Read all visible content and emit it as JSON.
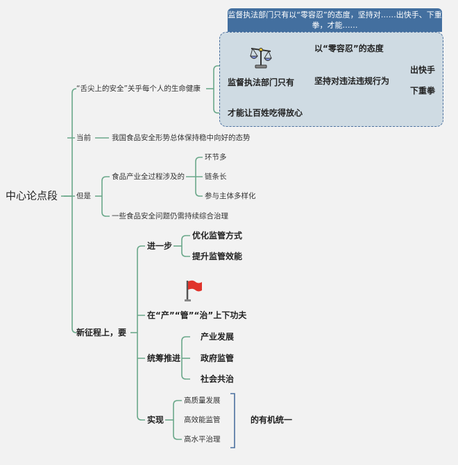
{
  "root": "中心论点段",
  "callout": {
    "header": "监督执法部门只有以“零容忍”的态度，坚持对……出快手、下重拳，才能……",
    "node": "监督执法部门只有",
    "children": [
      "以“零容忍”的态度",
      "坚持对违法违规行为"
    ],
    "actions": [
      "出快手",
      "下重拳"
    ],
    "result": "才能让百姓吃得放心"
  },
  "branch1": {
    "label": "“舌尖上的安全”关乎每个人的生命健康"
  },
  "branch2": {
    "label": "当前",
    "child": "我国食品安全形势总体保持稳中向好的态势"
  },
  "branch3": {
    "label": "但是",
    "child1": "食品产业全过程涉及的",
    "items": [
      "环节多",
      "链条长",
      "参与主体多样化"
    ],
    "child2": "一些食品安全问题仍需持续综合治理"
  },
  "branch4": {
    "label": "新征程上，要",
    "further": {
      "label": "进一步",
      "items": [
        "优化监管方式",
        "提升监管效能"
      ]
    },
    "effort": "在“产”“管”“治”上下功夫",
    "coordinate": {
      "label": "统筹推进",
      "items": [
        "产业发展",
        "政府监管",
        "社会共治"
      ]
    },
    "achieve": {
      "label": "实现",
      "items": [
        "高质量发展",
        "高效能监管",
        "高水平治理"
      ],
      "summary": "的有机统一"
    }
  },
  "colors": {
    "line": "#6aa88a",
    "header": "#436f9f",
    "box": "#cfdbe3",
    "bracket": "#4a6f9e"
  }
}
